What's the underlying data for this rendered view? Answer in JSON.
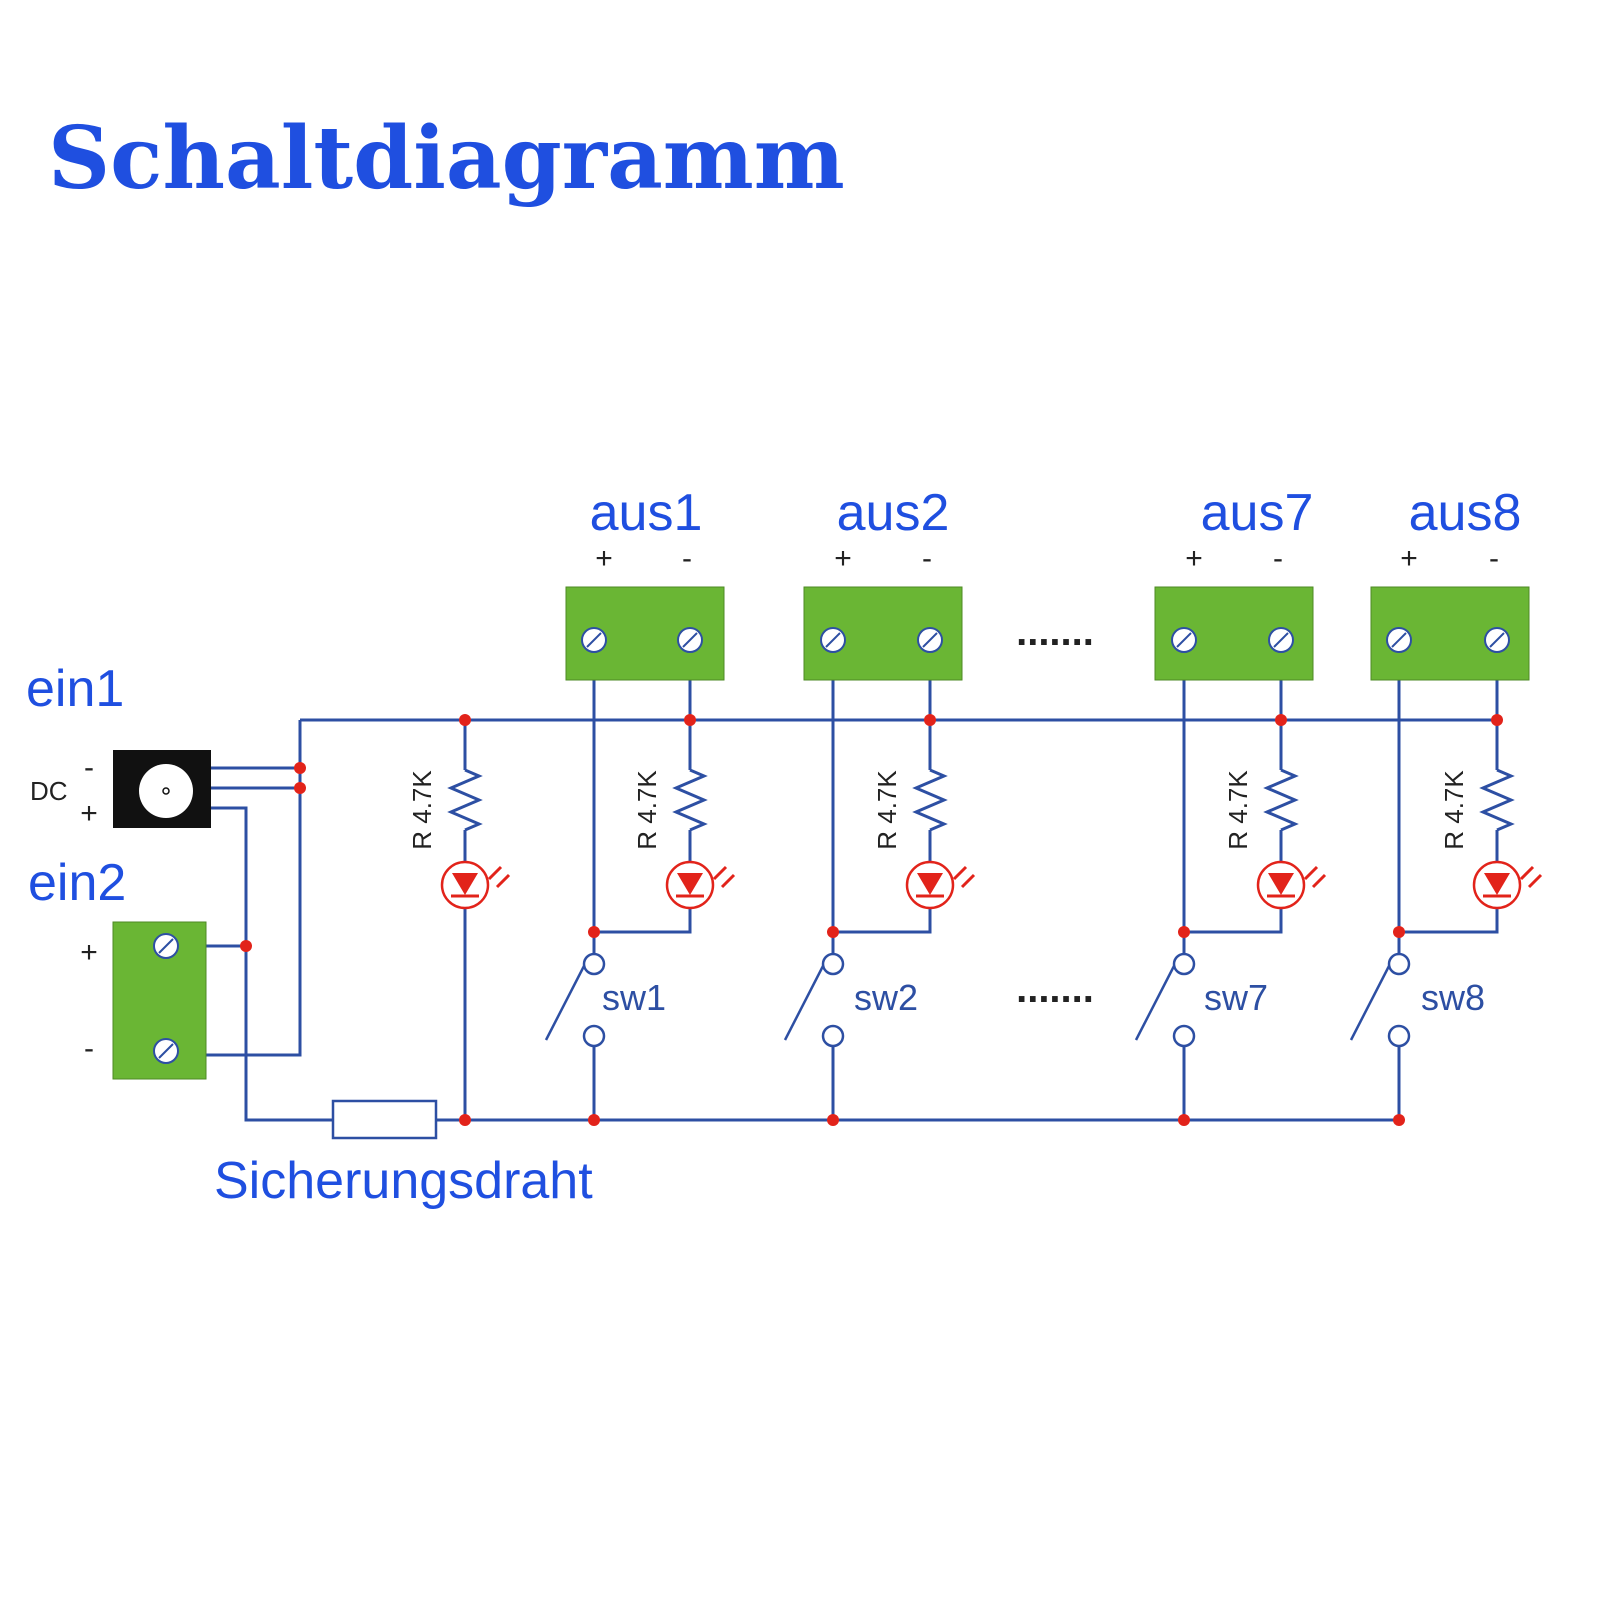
{
  "title": "Schaltdiagramm",
  "inputs": {
    "ein1": "ein1",
    "ein2": "ein2",
    "dc_label": "DC",
    "minus": "-",
    "plus": "+"
  },
  "outputs": [
    {
      "label": "aus1",
      "switch": "sw1",
      "plus": "+",
      "minus": "-",
      "resistor": "R 4.7K"
    },
    {
      "label": "aus2",
      "switch": "sw2",
      "plus": "+",
      "minus": "-",
      "resistor": "R 4.7K"
    },
    {
      "label": "aus7",
      "switch": "sw7",
      "plus": "+",
      "minus": "-",
      "resistor": "R 4.7K"
    },
    {
      "label": "aus8",
      "switch": "sw8",
      "plus": "+",
      "minus": "-",
      "resistor": "R 4.7K"
    }
  ],
  "power_led_resistor": "R 4.7K",
  "ellipsis": ".......",
  "fuse_label": "Sicherungsdraht",
  "colors": {
    "text_blue": "#1f4fe0",
    "wire_blue": "#2d4fa3",
    "terminal_green": "#6ab634",
    "node_red": "#e2231a",
    "led_red": "#e2231a",
    "jack_black": "#111111"
  }
}
